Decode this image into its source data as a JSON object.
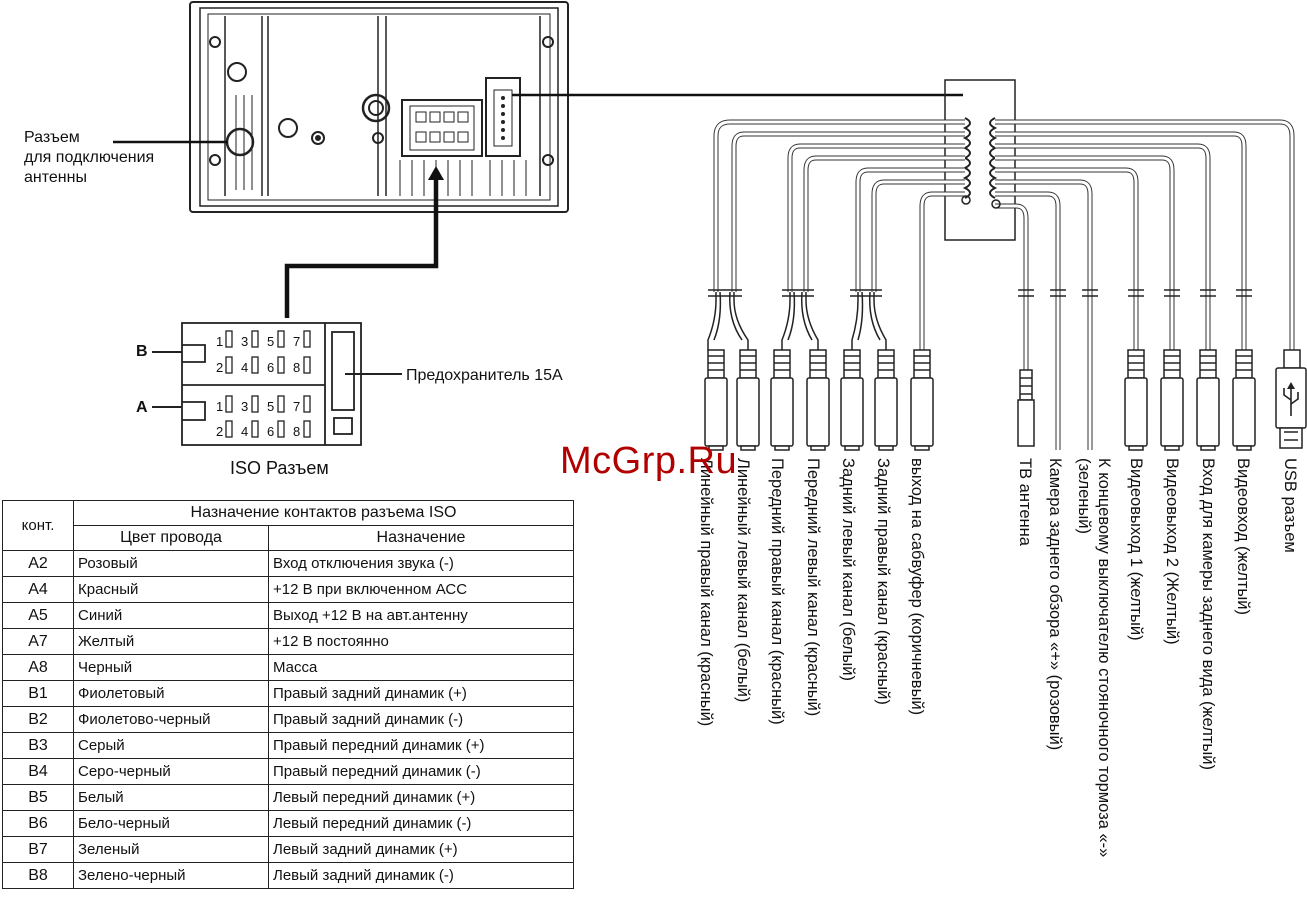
{
  "head_unit": {
    "antenna_label_lines": [
      "Разъем",
      "для подключения",
      "антенны"
    ]
  },
  "iso_connector": {
    "caption": "ISO Разъем",
    "block_b_label": "B",
    "block_a_label": "A",
    "fuse_label": "Предохранитель 15А",
    "pins_top": [
      "1",
      "3",
      "5",
      "7"
    ],
    "pins_bottom": [
      "2",
      "4",
      "6",
      "8"
    ]
  },
  "watermark": "McGrp.Ru",
  "cable_labels": [
    "Линейный правый канал (красный)",
    "Линейный левый канал (белый)",
    "Передний правый канал (красный)",
    "Передний левый канал (красный)",
    "Задний левый канал (белый)",
    "Задний правый канал (красный)",
    "выход на сабвуфер (коричневый)",
    "ТВ антенна",
    "Камера заднего обзора «+» (розовый)",
    "К концевому выключателю стояночного тормоза «-» (зеленый)",
    "Видеовыход 1 (желтый)",
    "Видеовыход 2 (Желтый)",
    "Вход для камеры заднего вида (желтый)",
    "Видеовход (желтый)",
    "USB разъем"
  ],
  "iso_table": {
    "header_contact": "конт.",
    "header_title": "Назначение контактов разъема ISO",
    "header_color": "Цвет провода",
    "header_purpose": "Назначение",
    "rows": [
      {
        "contact": "A2",
        "color": "Розовый",
        "purpose": "Вход отключения звука (-)"
      },
      {
        "contact": "A4",
        "color": "Красный",
        "purpose": "+12 В при включенном АСС"
      },
      {
        "contact": "A5",
        "color": "Синий",
        "purpose": "Выход +12 В на авт.антенну"
      },
      {
        "contact": "A7",
        "color": "Желтый",
        "purpose": "+12 В постоянно"
      },
      {
        "contact": "A8",
        "color": "Черный",
        "purpose": "Масса"
      },
      {
        "contact": "B1",
        "color": "Фиолетовый",
        "purpose": "Правый задний динамик (+)"
      },
      {
        "contact": "B2",
        "color": "Фиолетово-черный",
        "purpose": "Правый задний динамик (-)"
      },
      {
        "contact": "B3",
        "color": "Серый",
        "purpose": "Правый передний динамик (+)"
      },
      {
        "contact": "B4",
        "color": "Серо-черный",
        "purpose": "Правый передний динамик (-)"
      },
      {
        "contact": "B5",
        "color": "Белый",
        "purpose": "Левый передний динамик (+)"
      },
      {
        "contact": "B6",
        "color": "Бело-черный",
        "purpose": "Левый передний динамик (-)"
      },
      {
        "contact": "B7",
        "color": "Зеленый",
        "purpose": "Левый задний динамик (+)"
      },
      {
        "contact": "B8",
        "color": "Зелено-черный",
        "purpose": "Левый задний динамик (-)"
      }
    ]
  }
}
